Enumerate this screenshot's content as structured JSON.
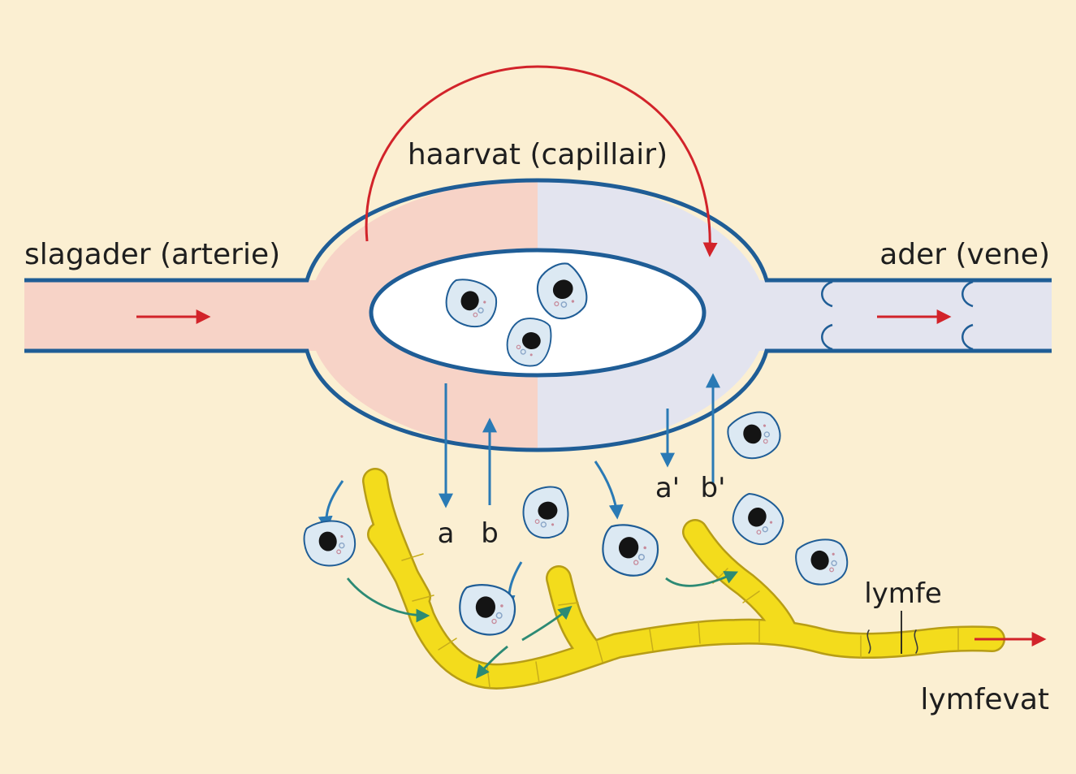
{
  "labels": {
    "capillary": "haarvat (capillair)",
    "artery": "slagader (arterie)",
    "vein": "ader (vene)",
    "a": "a",
    "b": "b",
    "a_prime": "a'",
    "b_prime": "b'",
    "lymph": "lymfe",
    "lymph_vessel": "lymfevat"
  },
  "colors": {
    "background": "#fbefd2",
    "arterial_blood": "#f7d3c7",
    "venous_blood": "#e3e4ef",
    "vessel_wall": "#1f5d96",
    "flow_arrow": "#d2232a",
    "exchange_arrow": "#2a7ab5",
    "lymph_arrow": "#2c8a74",
    "lymph_vessel": "#f3dc1c",
    "cell_fill": "#dce9f3",
    "nucleus": "#141414"
  }
}
